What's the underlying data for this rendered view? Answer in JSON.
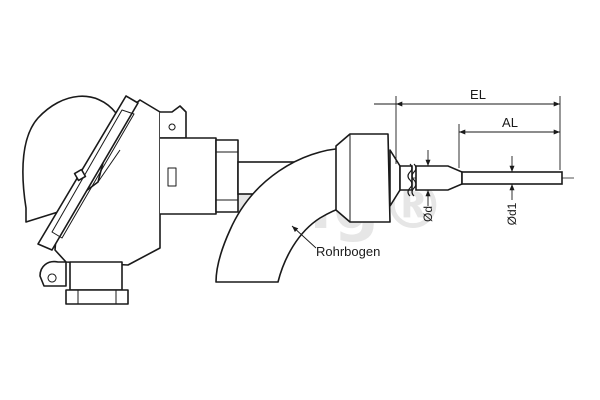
{
  "drawing": {
    "callout_label": "Rohrbogen",
    "watermark": "tmg®",
    "dimensions": {
      "EL": "EL",
      "AL": "AL",
      "d": "Ød",
      "d1": "Ød1"
    }
  },
  "colors": {
    "line": "#1a1a1a",
    "watermark": "#e6e6e6",
    "background": "#ffffff"
  }
}
